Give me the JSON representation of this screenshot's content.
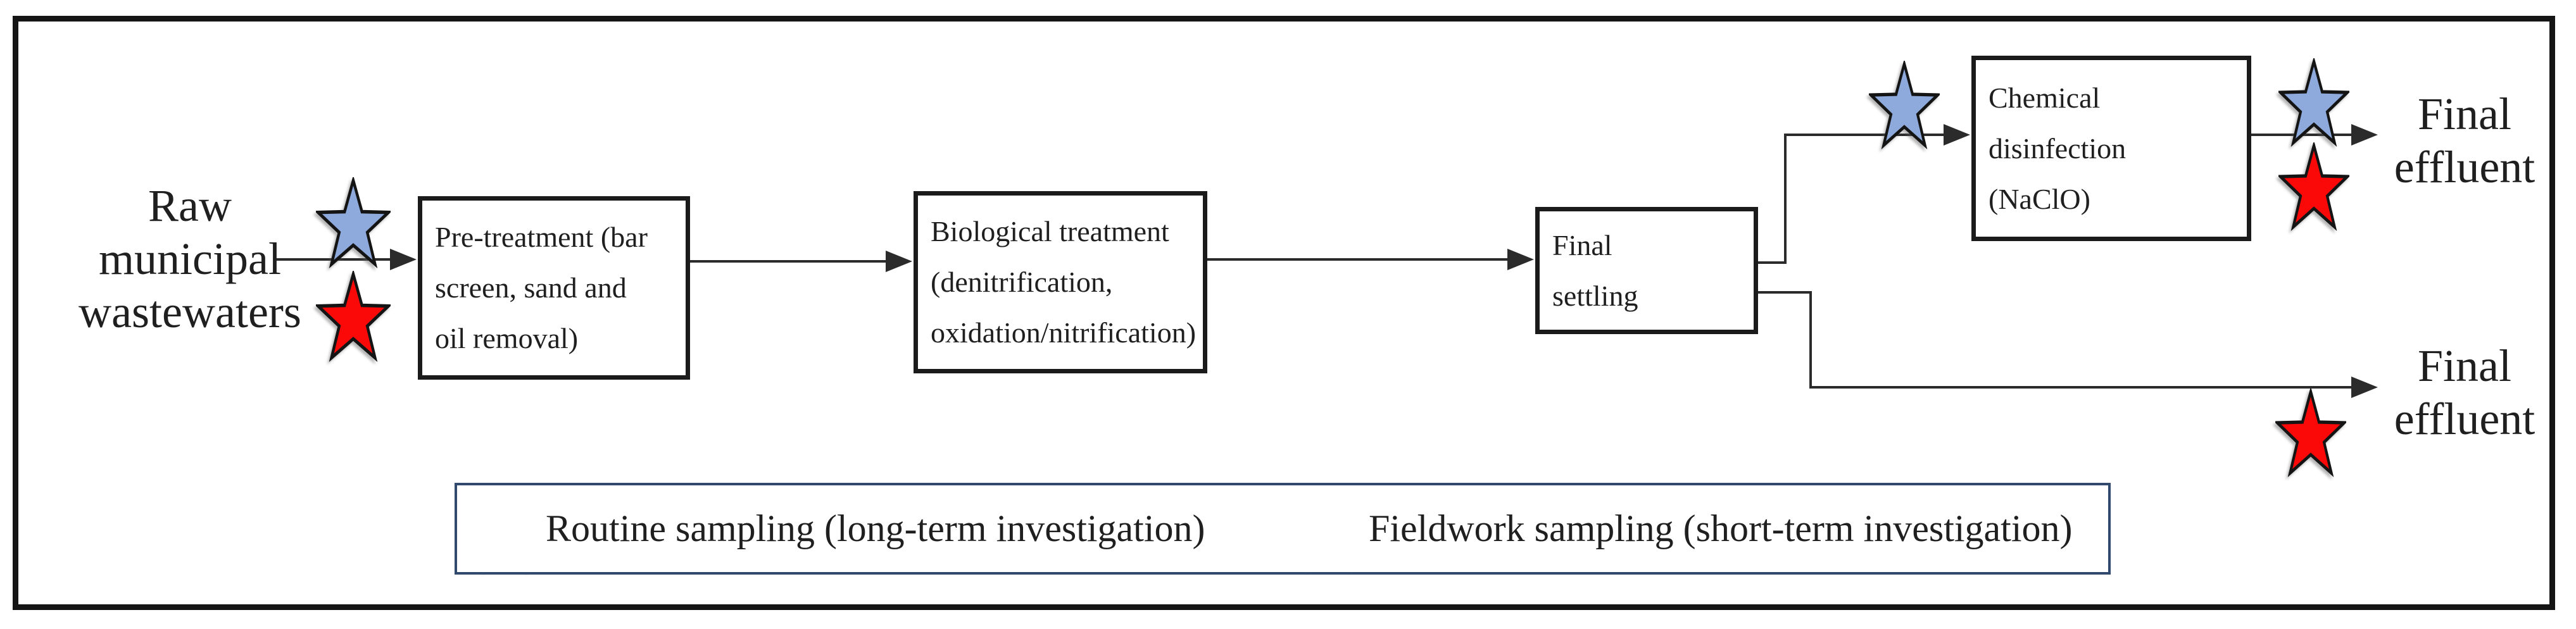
{
  "title": "Wastewater treatment plant flow scheme",
  "colors": {
    "background": "#ffffff",
    "ink": "#1f1f1f",
    "line": "#2b2b2b",
    "star-blue": "#8ea9dc",
    "star-red": "#fb0808",
    "legend-border": "#32496e"
  },
  "icons": {
    "routine": "red-star-icon",
    "fieldwork": "blue-star-icon"
  },
  "nodes": {
    "source": {
      "lines": [
        "Raw",
        "municipal",
        "wastewaters"
      ]
    },
    "pretreatment": {
      "lines": [
        "Pre-treatment (bar",
        "screen, sand and",
        "oil removal)"
      ]
    },
    "biological": {
      "lines": [
        "Biological treatment",
        "(denitrification,",
        "oxidation/nitrification)"
      ]
    },
    "settling": {
      "lines": [
        "Final",
        "settling"
      ]
    },
    "disinfection": {
      "lines": [
        "Chemical",
        "disinfection",
        "(NaClO)"
      ]
    },
    "effluent_top": {
      "lines": [
        "Final",
        "effluent"
      ]
    },
    "effluent_bottom": {
      "lines": [
        "Final",
        "effluent"
      ]
    }
  },
  "legend": {
    "routine": "Routine sampling (long-term investigation)",
    "fieldwork": "Fieldwork sampling (short-term investigation)"
  }
}
